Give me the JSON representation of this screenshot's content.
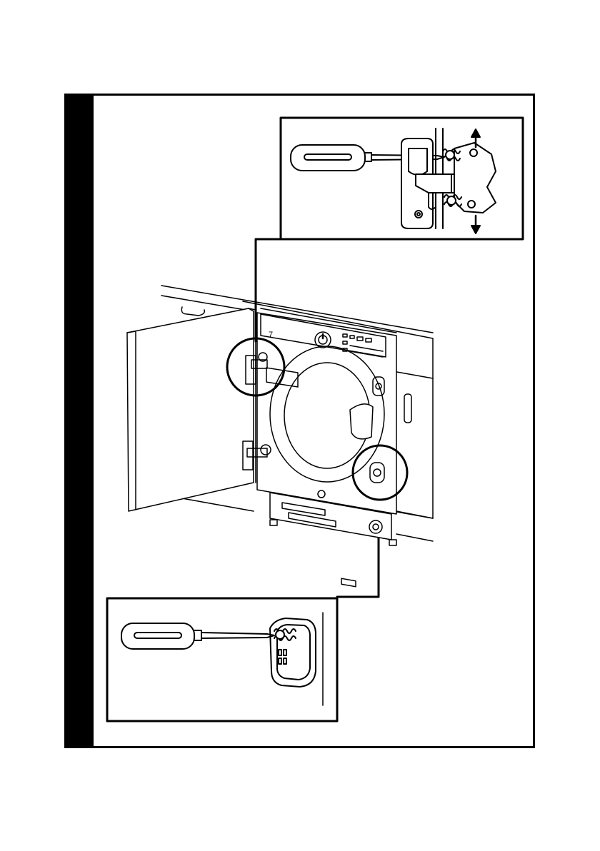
{
  "figure": {
    "panel_number": "",
    "palette": {
      "ink": "#000000",
      "paper": "#ffffff",
      "sidebar": "#000000"
    },
    "display_window_text": "7",
    "callouts": [
      {
        "id": "upper-hinge-detail",
        "icon": "screwdriver-icon",
        "arrows": [
          "arrow-up-icon",
          "arrow-down-icon"
        ]
      },
      {
        "id": "lower-latch-detail",
        "icon": "screwdriver-icon"
      }
    ]
  }
}
